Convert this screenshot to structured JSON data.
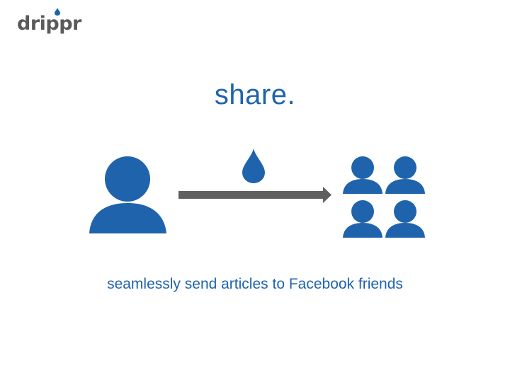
{
  "logo": {
    "text": "drippr"
  },
  "slide": {
    "title": "share.",
    "caption": "seamlessly send articles to Facebook friends"
  },
  "icons": {
    "sender": "person-icon",
    "drop": "water-drop-icon",
    "arrow": "arrow-right-icon",
    "recipients": "people-group-icon"
  },
  "colors": {
    "brand_blue": "#1f63ad",
    "arrow_gray": "#5f5f5f",
    "logo_gray": "#5a5a5a"
  }
}
